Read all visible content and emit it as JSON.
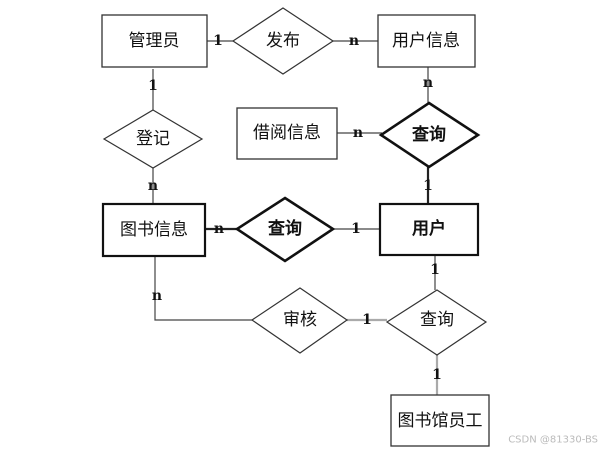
{
  "entities": {
    "admin": "管理员",
    "user_info": "用户信息",
    "borrow_info": "借阅信息",
    "book_info": "图书信息",
    "user": "用户",
    "librarian": "图书馆员工"
  },
  "relationships": {
    "publish": "发布",
    "query_top": "查询",
    "register": "登记",
    "query_mid": "查询",
    "review": "审核",
    "query_bottom": "查询"
  },
  "cardinalities": {
    "admin_publish": "1",
    "publish_userinfo": "n",
    "userinfo_query": "n",
    "borrow_query": "n",
    "query_user": "1",
    "admin_register": "1",
    "register_book": "n",
    "book_query": "n",
    "query_user_mid": "1",
    "user_query_bottom": "1",
    "book_review": "n",
    "review_query": "1",
    "query_librarian": "1"
  },
  "watermark": "CSDN @81330-BS"
}
